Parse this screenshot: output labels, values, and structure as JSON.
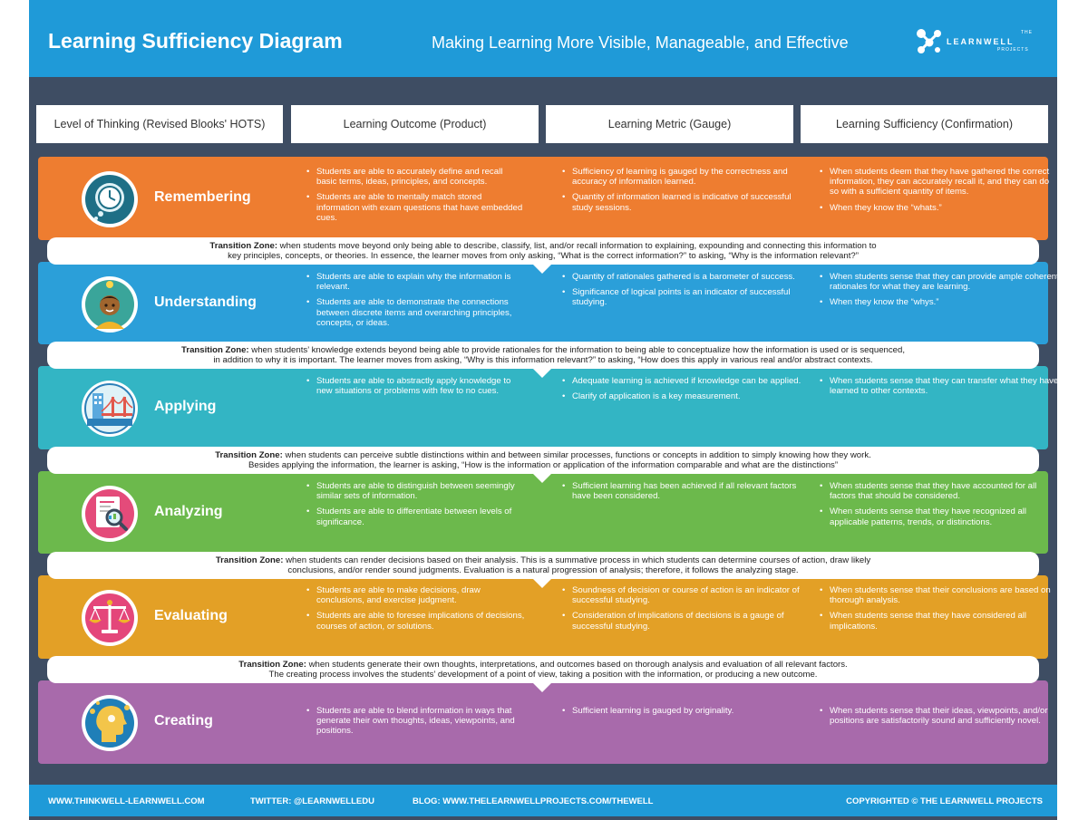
{
  "header": {
    "title": "Learning Sufficiency Diagram",
    "subtitle": "Making Learning More Visible, Manageable, and Effective",
    "logo": {
      "the": "THE",
      "name": "LEARNWELL",
      "sub": "PROJECTS"
    }
  },
  "columns": [
    "Level of Thinking (Revised Blooks' HOTS)",
    "Learning Outcome (Product)",
    "Learning Metric (Gauge)",
    "Learning Sufficiency (Confirmation)"
  ],
  "levels": [
    {
      "name": "Remembering",
      "color": "#ee7d30",
      "icon": "clock-thought-icon",
      "outcome": [
        "Students are able to accurately define and recall basic terms, ideas, principles, and concepts.",
        "Students are able to mentally match stored information with exam questions that have embedded cues."
      ],
      "metric": [
        "Sufficiency of learning is gauged by the correctness and accuracy of information learned.",
        "Quantity of information learned is indicative of successful study sessions."
      ],
      "sufficiency": [
        "When students deem that they have gathered the correct information, they can accurately recall it, and they can do so with a sufficient quantity of items.",
        "When they know the “whats.”"
      ]
    },
    {
      "name": "Understanding",
      "color": "#2b9fd9",
      "icon": "student-lightbulb-icon",
      "outcome": [
        "Students are able to explain why the information is relevant.",
        "Students are able to demonstrate the connections between discrete items and overarching principles, concepts, or ideas."
      ],
      "metric": [
        "Quantity of rationales gathered is a barometer of success.",
        "Significance of logical points is an indicator of successful studying."
      ],
      "sufficiency": [
        "When students sense that they can provide ample coherent rationales for what they are learning.",
        "When they know the “whys.”"
      ]
    },
    {
      "name": "Applying",
      "color": "#33b5c4",
      "icon": "bridge-icon",
      "outcome": [
        "Students are able to abstractly apply knowledge to new situations or problems with few to no cues."
      ],
      "metric": [
        "Adequate learning is achieved if knowledge can be applied.",
        "Clarify of application is a key measurement."
      ],
      "sufficiency": [
        "When students sense that they can transfer what they have learned to other contexts."
      ]
    },
    {
      "name": "Analyzing",
      "color": "#6cb94c",
      "icon": "magnifier-report-icon",
      "outcome": [
        "Students are able to distinguish between seemingly similar sets of information.",
        "Students are able to differentiate between levels of significance."
      ],
      "metric": [
        "Sufficient learning has been achieved if all relevant factors have been considered."
      ],
      "sufficiency": [
        "When students sense that they have accounted for all factors that should be considered.",
        "When students sense that they have recognized all applicable patterns, trends, or distinctions."
      ]
    },
    {
      "name": "Evaluating",
      "color": "#e3a026",
      "icon": "scales-icon",
      "outcome": [
        "Students are able to make decisions, draw conclusions, and exercise judgment.",
        "Students are able to foresee implications of decisions, courses of action, or solutions."
      ],
      "metric": [
        "Soundness of decision or course of action is an indicator of successful studying.",
        "Consideration of implications of decisions is a gauge of successful studying."
      ],
      "sufficiency": [
        "When students sense that their conclusions are based on thorough analysis.",
        "When students sense that they have considered all implications."
      ]
    },
    {
      "name": "Creating",
      "color": "#a86aab",
      "icon": "head-ideas-icon",
      "outcome": [
        "Students are able to blend information in ways that generate their own thoughts, ideas, viewpoints, and positions."
      ],
      "metric": [
        "Sufficient learning is gauged by originality."
      ],
      "sufficiency": [
        "When students sense that their ideas, viewpoints, and/or positions are satisfactorily sound and sufficiently novel."
      ]
    }
  ],
  "transitions": [
    {
      "label": "Transition Zone:",
      "line1": " when students move beyond only being able to describe, classify, list, and/or recall information to explaining, expounding and connecting this information to",
      "line2": "key principles, concepts, or theories. In essence, the learner moves from only asking, “What is the correct information?” to asking, “Why is the information relevant?”"
    },
    {
      "label": "Transition Zone:",
      "line1": " when students’ knowledge extends beyond being able to provide rationales for the information to being able to conceptualize how the information is used or is sequenced,",
      "line2": "in addition to why it is important. The learner moves from asking, “Why is this information relevant?” to asking, “How does this apply in various real and/or abstract contexts."
    },
    {
      "label": "Transition Zone:",
      "line1": " when students can perceive subtle distinctions within and between similar processes, functions or concepts in addition to simply knowing how they work.",
      "line2": "Besides applying the information, the learner is asking, “How is the information or application of the information comparable and what are the distinctions”"
    },
    {
      "label": "Transition Zone:",
      "line1": " when students can render decisions based on their analysis. This is a summative process in which students can determine courses of action, draw likely",
      "line2": "conclusions, and/or render sound judgments. Evaluation is a natural progression of analysis; therefore, it follows the analyzing stage."
    },
    {
      "label": "Transition Zone:",
      "line1": " when students generate their own thoughts, interpretations, and outcomes based on thorough analysis and evaluation of all relevant factors.",
      "line2": "The creating process involves the students’ development of a point of view, taking a position with the information, or producing a new outcome."
    }
  ],
  "footer": {
    "website": "WWW.THINKWELL-LEARNWELL.COM",
    "twitter": "TWITTER: @LEARNWELLEDU",
    "blog": "BLOG: WWW.THELEARNWELLPROJECTS.COM/THEWELL",
    "copyright": "COPYRIGHTED © THE LEARNWELL PROJECTS"
  }
}
